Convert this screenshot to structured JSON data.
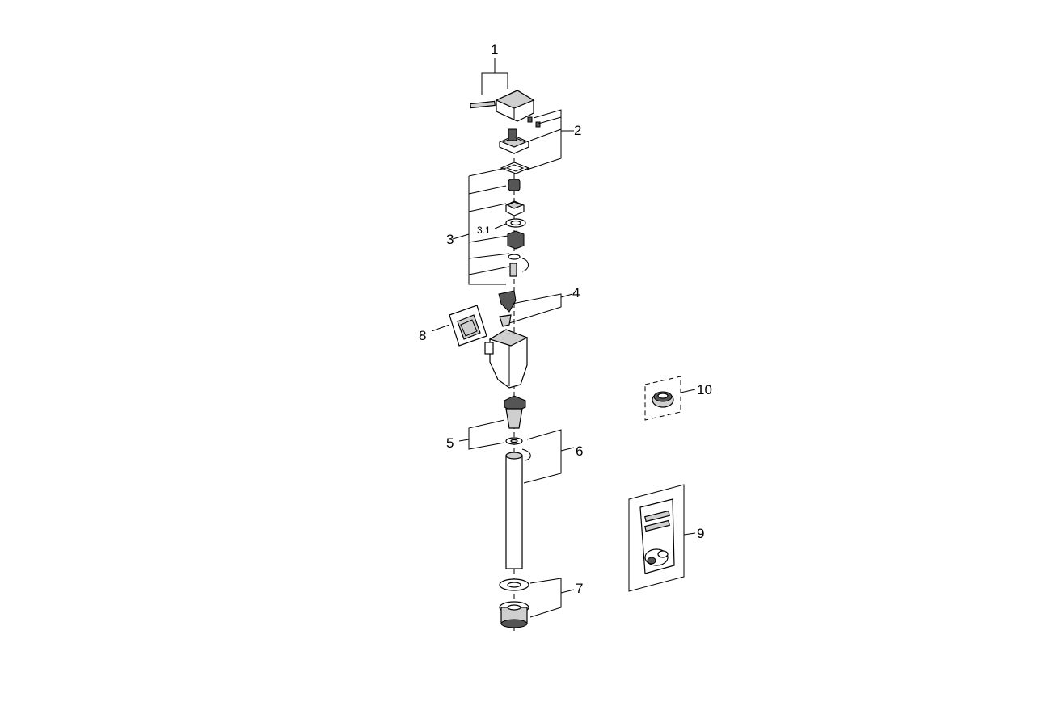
{
  "labels": {
    "p1": "1",
    "p2": "2",
    "p3": "3",
    "p3_1": "3.1",
    "p4": "4",
    "p5": "5",
    "p6": "6",
    "p7": "7",
    "p8": "8",
    "p9": "9",
    "p10": "10"
  }
}
